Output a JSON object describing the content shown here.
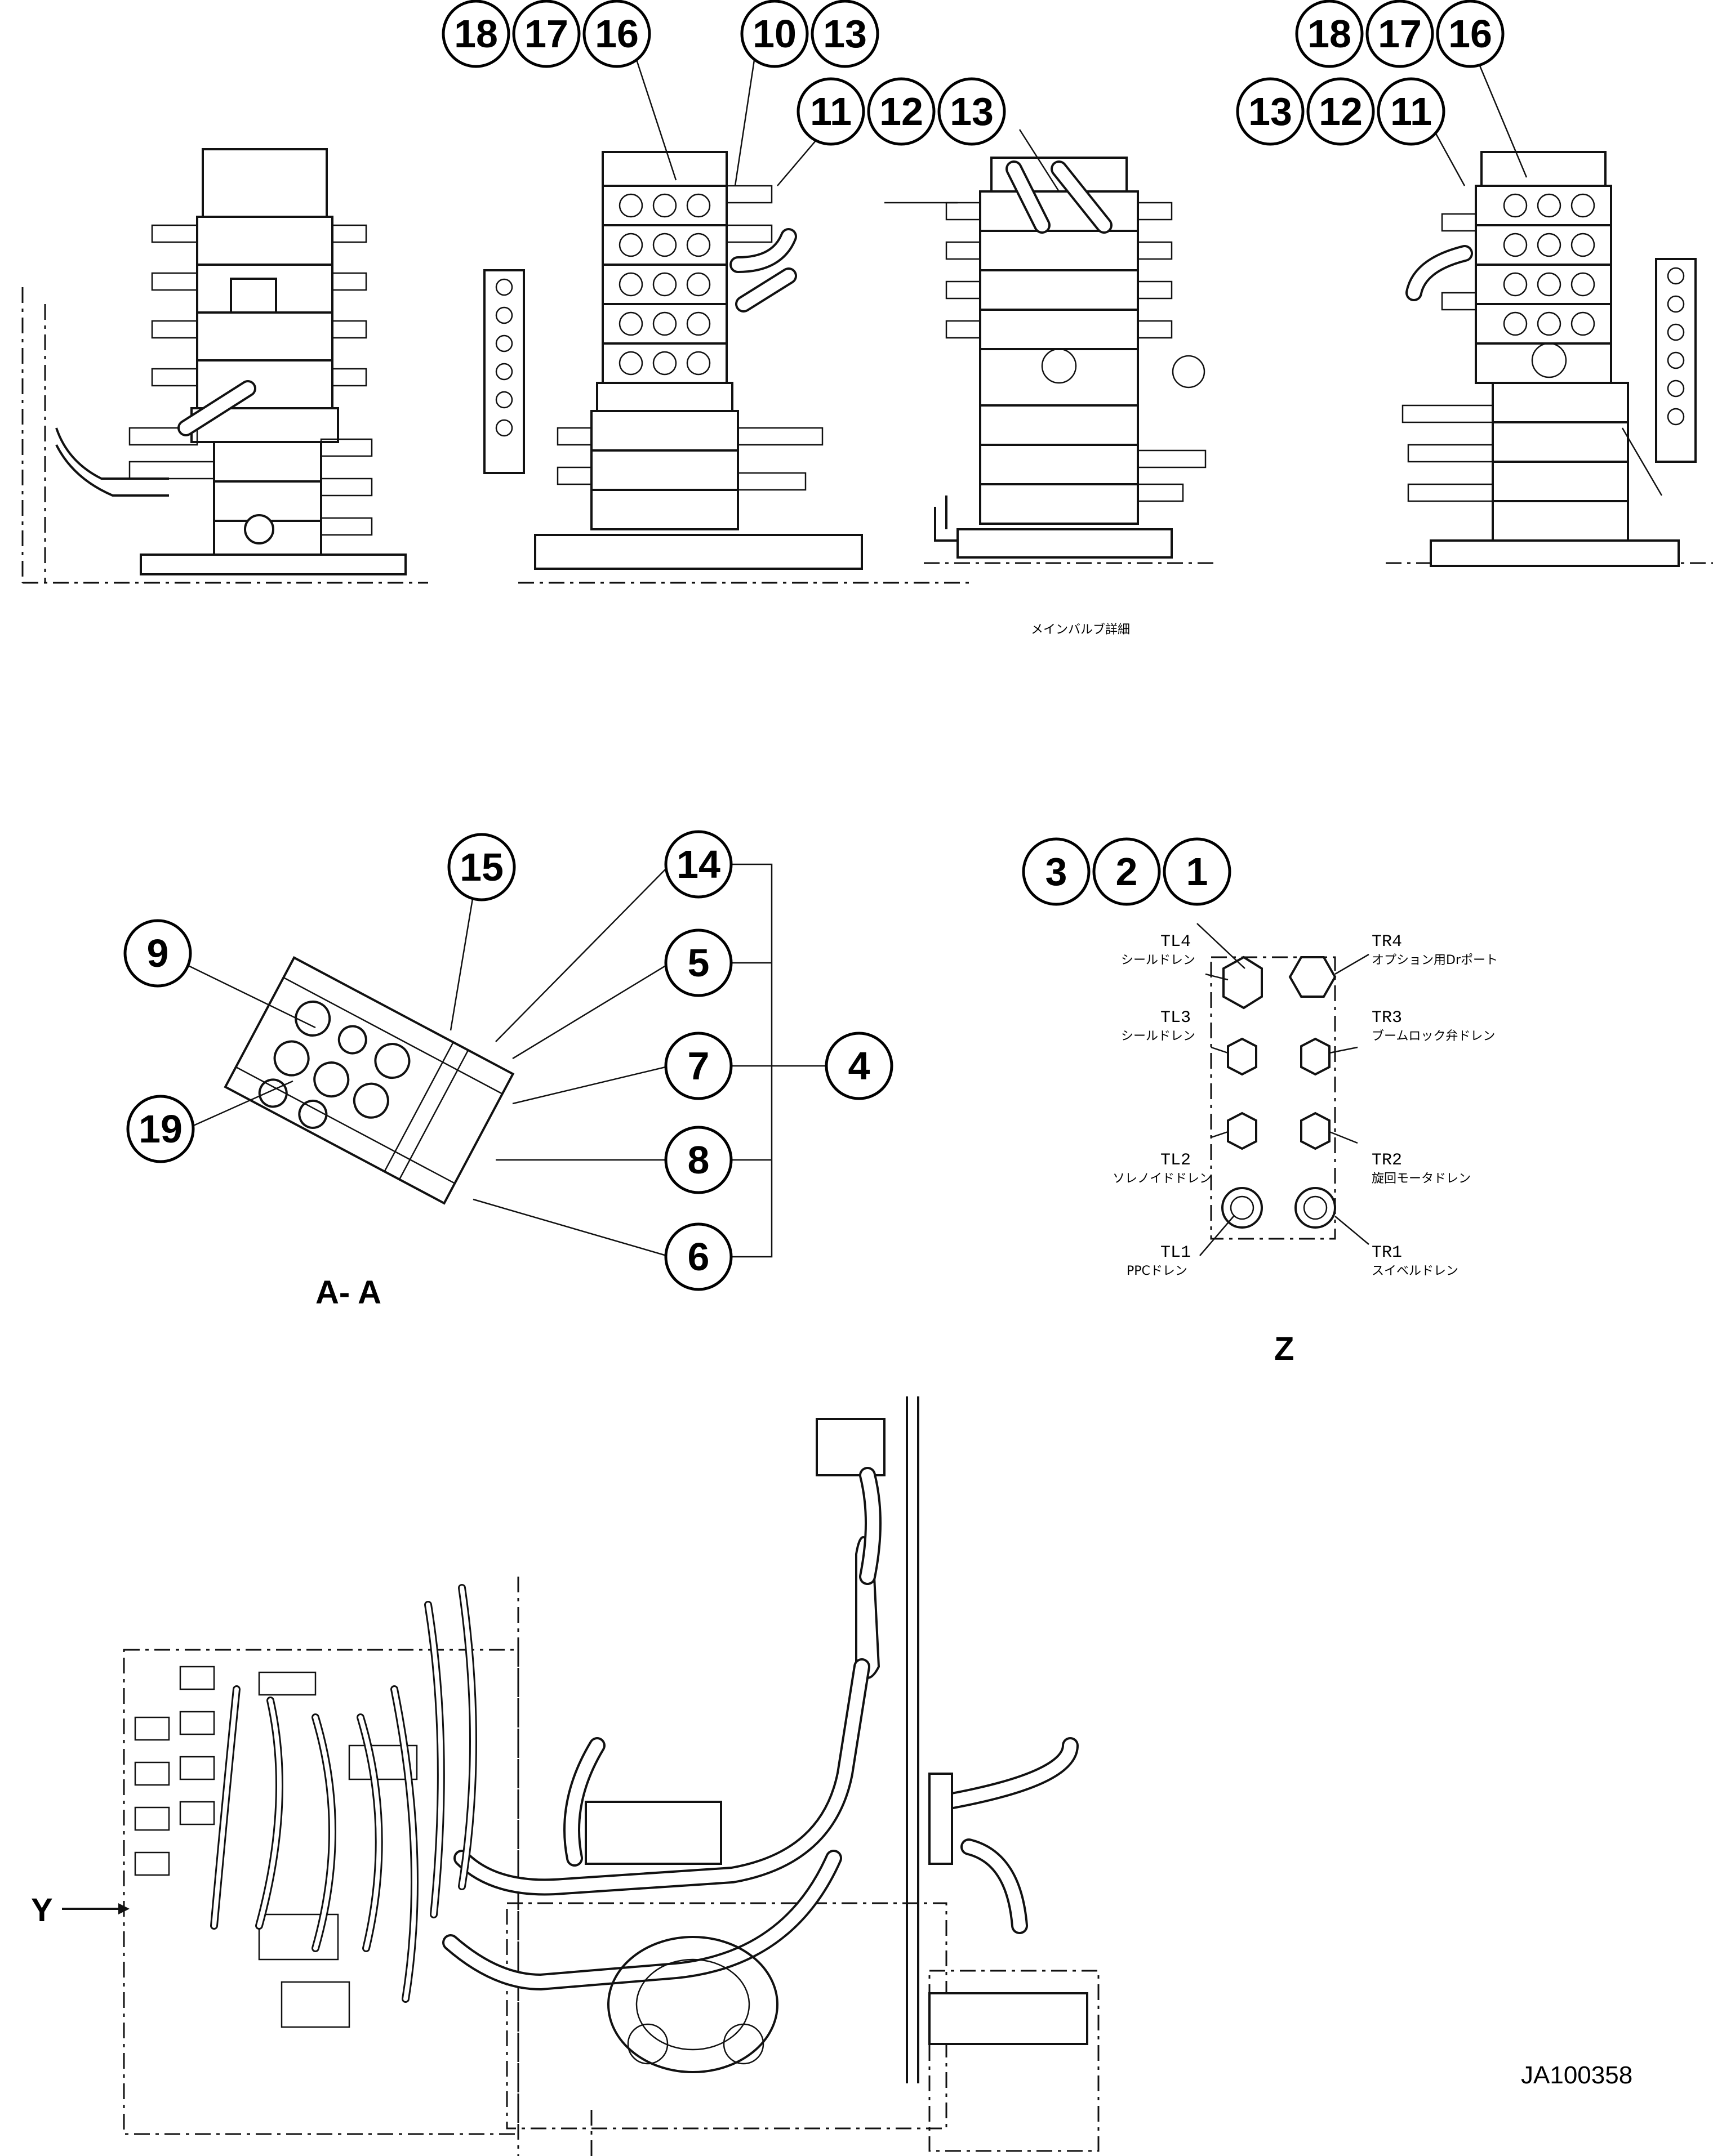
{
  "diagram": {
    "drawing_id": "JA100358",
    "valve_caption": "メインバルブ詳細",
    "section_aa_label": "A- A",
    "view_z_label": "Z",
    "y_arrow_label": "Y"
  },
  "callouts": {
    "c1": "1",
    "c2": "2",
    "c3": "3",
    "c4": "4",
    "c5": "5",
    "c6": "6",
    "c7": "7",
    "c8": "8",
    "c9": "9",
    "c10": "10",
    "c11a": "11",
    "c11b": "11",
    "c12a": "12",
    "c12b": "12",
    "c13a": "13",
    "c13b": "13",
    "c13c": "13",
    "c14": "14",
    "c15": "15",
    "c16a": "16",
    "c16b": "16",
    "c17a": "17",
    "c17b": "17",
    "c18a": "18",
    "c18b": "18",
    "c19": "19"
  },
  "ports": {
    "tl4": {
      "code": "TL4",
      "desc": "シールドレン"
    },
    "tl3": {
      "code": "TL3",
      "desc": "シールドレン"
    },
    "tl2": {
      "code": "TL2",
      "desc": "ソレノイドドレン"
    },
    "tl1": {
      "code": "TL1",
      "desc": "PPCドレン"
    },
    "tr4": {
      "code": "TR4",
      "desc": "オプション用Drポート"
    },
    "tr3": {
      "code": "TR3",
      "desc": "ブームロック弁ドレン"
    },
    "tr2": {
      "code": "TR2",
      "desc": "旋回モータドレン"
    },
    "tr1": {
      "code": "TR1",
      "desc": "スイベルドレン"
    }
  },
  "colors": {
    "line": "#111111",
    "background": "#ffffff"
  }
}
